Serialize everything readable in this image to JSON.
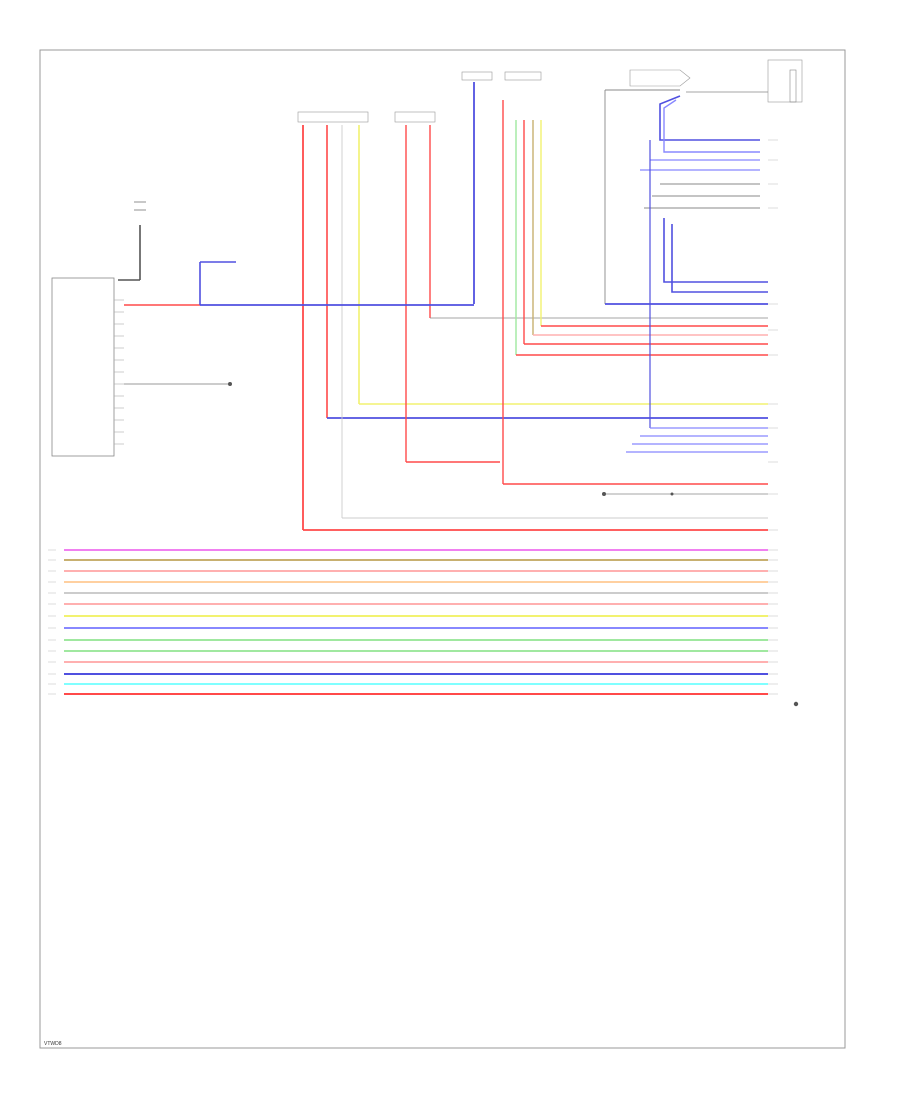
{
  "footer": {
    "code": "VTWD8"
  },
  "colors": {
    "frame": "#999999",
    "red": "#ff4a4a",
    "pink": "#ffb0b0",
    "blue": "#5050e0",
    "violet": "#8888ff",
    "yellow": "#f2f270",
    "olive": "#c8b070",
    "green": "#a0e8a0",
    "magenta": "#f080f0",
    "orange": "#ffd0a0",
    "cyan": "#80ffff",
    "gray": "#888888",
    "lightgray": "#cccccc"
  },
  "components": {
    "control_module": {
      "label": ""
    }
  },
  "bus_wires": [
    {
      "color": "magenta",
      "left": "",
      "right": ""
    },
    {
      "color": "olive",
      "left": "",
      "right": ""
    },
    {
      "color": "pink",
      "left": "",
      "right": ""
    },
    {
      "color": "orange",
      "left": "",
      "right": ""
    },
    {
      "color": "lightgray",
      "left": "",
      "right": ""
    },
    {
      "color": "pink",
      "left": "",
      "right": ""
    },
    {
      "color": "yellow",
      "left": "",
      "right": ""
    },
    {
      "color": "violet",
      "left": "",
      "right": ""
    },
    {
      "color": "green",
      "left": "",
      "right": ""
    },
    {
      "color": "green",
      "left": "",
      "right": ""
    },
    {
      "color": "pink",
      "left": "",
      "right": ""
    },
    {
      "color": "blue",
      "left": "",
      "right": ""
    },
    {
      "color": "cyan",
      "left": "",
      "right": ""
    },
    {
      "color": "red",
      "left": "",
      "right": ""
    }
  ],
  "right_connector_wires": [
    {
      "color": "blue",
      "label": ""
    },
    {
      "color": "violet",
      "label": ""
    },
    {
      "color": "violet",
      "label": ""
    },
    {
      "color": "violet",
      "label": ""
    },
    {
      "color": "gray",
      "label": ""
    },
    {
      "color": "gray",
      "label": ""
    },
    {
      "color": "gray",
      "label": ""
    },
    {
      "color": "blue",
      "label": ""
    },
    {
      "color": "blue",
      "label": ""
    },
    {
      "color": "blue",
      "label": ""
    },
    {
      "color": "gray",
      "label": ""
    },
    {
      "color": "red",
      "label": ""
    },
    {
      "color": "pink",
      "label": ""
    },
    {
      "color": "red",
      "label": ""
    },
    {
      "color": "red",
      "label": ""
    }
  ]
}
